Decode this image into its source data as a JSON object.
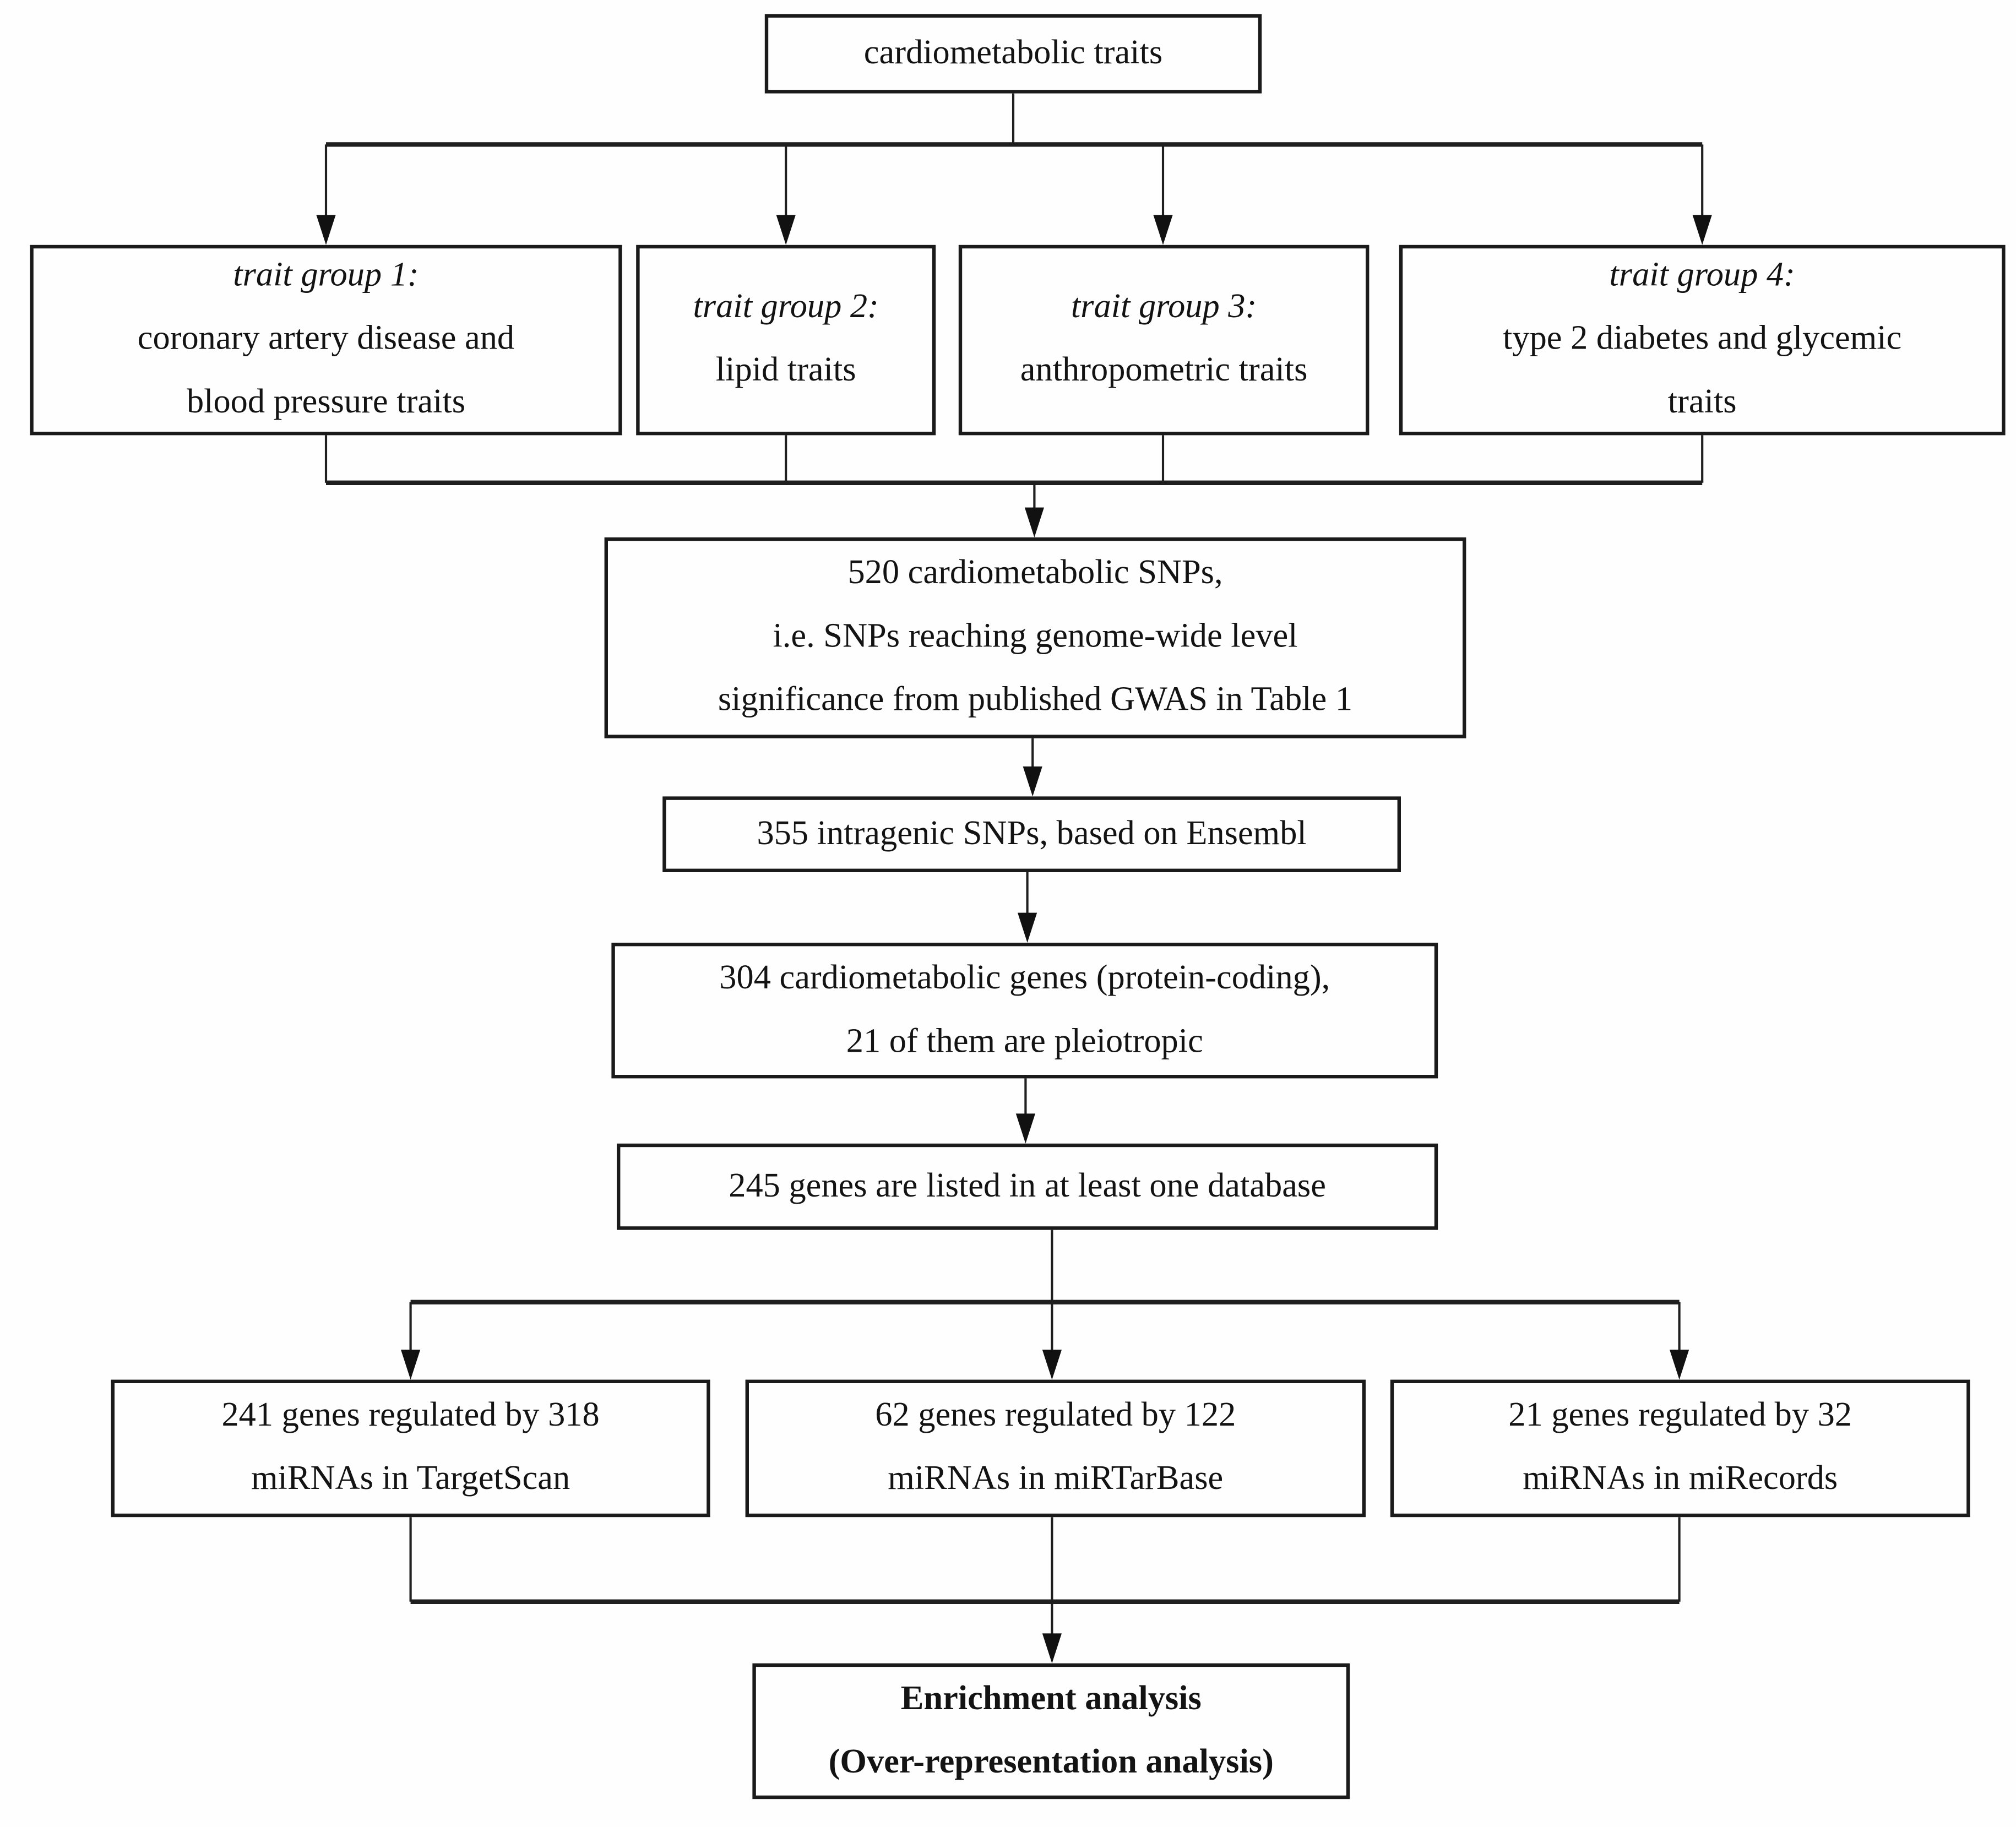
{
  "flowchart": {
    "background_color": "#fefefe",
    "box_border_color": "#1a1a1a",
    "connector_color": "#1f1f1f",
    "text_color": "#131313",
    "nodes": {
      "root": {
        "lines": [
          "cardiometabolic traits"
        ]
      },
      "trait_group_1": {
        "heading": "trait group 1:",
        "lines": [
          "coronary artery disease and",
          "blood pressure traits"
        ]
      },
      "trait_group_2": {
        "heading": "trait group 2:",
        "lines": [
          "lipid traits"
        ]
      },
      "trait_group_3": {
        "heading": "trait group 3:",
        "lines": [
          "anthropometric traits"
        ]
      },
      "trait_group_4": {
        "heading": "trait group 4:",
        "lines": [
          "type 2 diabetes and glycemic",
          "traits"
        ]
      },
      "snps_520": {
        "lines": [
          "520 cardiometabolic SNPs,",
          "i.e. SNPs reaching genome-wide level",
          "significance from published GWAS in Table 1"
        ]
      },
      "snps_355": {
        "lines": [
          "355 intragenic SNPs, based on Ensembl"
        ]
      },
      "genes_304": {
        "lines": [
          "304 cardiometabolic genes (protein-coding),",
          "21 of them are pleiotropic"
        ]
      },
      "genes_245": {
        "lines": [
          "245 genes are listed in at least one database"
        ]
      },
      "targetscan": {
        "lines": [
          "241 genes regulated by 318",
          "miRNAs in TargetScan"
        ]
      },
      "mirtarbase": {
        "lines": [
          "62 genes regulated by 122",
          "miRNAs in miRTarBase"
        ]
      },
      "mirecords": {
        "lines": [
          "21 genes regulated by 32",
          "miRNAs in miRecords"
        ]
      },
      "enrichment": {
        "lines": [
          "Enrichment analysis",
          "(Over-representation analysis)"
        ]
      }
    }
  }
}
